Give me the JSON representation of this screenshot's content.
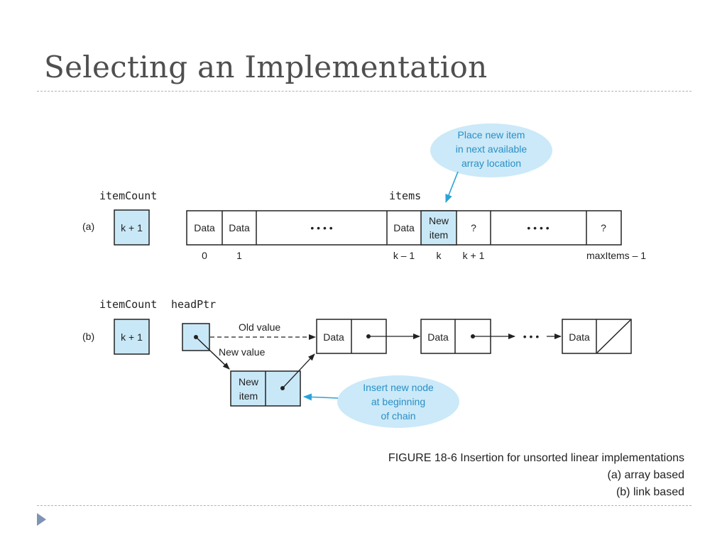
{
  "title": "Selecting an Implementation",
  "colors": {
    "highlight": "#c9e8f7",
    "callout_fill": "#cbe9f8",
    "callout_text": "#2a8fc6",
    "arrow_blue": "#2aa3d6",
    "rule": "#a9b3c4",
    "bullet": "#7f93b3"
  },
  "icons": {
    "bullet": "triangle-bullet-icon"
  },
  "figure_a": {
    "label": "(a)",
    "count_label": "itemCount",
    "count_value": "k + 1",
    "array_label": "items",
    "cells": [
      "Data",
      "Data",
      "• • • •",
      "Data",
      "New",
      "item",
      "?",
      "• • • •",
      "?"
    ],
    "indices": [
      "0",
      "1",
      "k – 1",
      "k",
      "k + 1"
    ],
    "max_index_mono": "maxItems",
    "max_index_suffix": " – 1",
    "callout": [
      "Place new item",
      "in next available",
      "array location"
    ]
  },
  "figure_b": {
    "label": "(b)",
    "count_label": "itemCount",
    "count_value": "k + 1",
    "head_label": "headPtr",
    "old_value": "Old value",
    "new_value": "New value",
    "node_data": "Data",
    "dots": "• • •",
    "new_node": [
      "New",
      "item"
    ],
    "callout": [
      "Insert new node",
      "at beginning",
      "of chain"
    ]
  },
  "caption": [
    "FIGURE 18-6 Insertion for unsorted linear implementations",
    "(a) array based",
    "(b) link based"
  ]
}
